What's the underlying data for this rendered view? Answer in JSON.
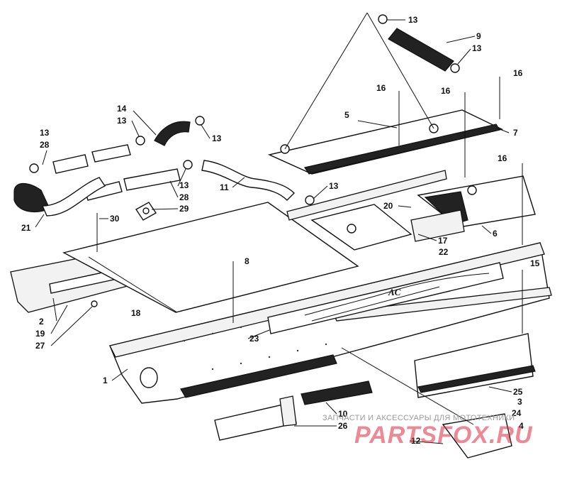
{
  "callouts": [
    {
      "id": "c13a",
      "text": "13"
    },
    {
      "id": "c9",
      "text": "9"
    },
    {
      "id": "c13b",
      "text": "13"
    },
    {
      "id": "c16a",
      "text": "16"
    },
    {
      "id": "c16b",
      "text": "16"
    },
    {
      "id": "c16c",
      "text": "16"
    },
    {
      "id": "c5",
      "text": "5"
    },
    {
      "id": "c7",
      "text": "7"
    },
    {
      "id": "c14",
      "text": "14"
    },
    {
      "id": "c13c",
      "text": "13"
    },
    {
      "id": "c13d",
      "text": "13"
    },
    {
      "id": "c13e",
      "text": "13"
    },
    {
      "id": "c28a",
      "text": "28"
    },
    {
      "id": "c13f",
      "text": "13"
    },
    {
      "id": "c28b",
      "text": "28"
    },
    {
      "id": "c29",
      "text": "29"
    },
    {
      "id": "c11",
      "text": "11"
    },
    {
      "id": "c13g",
      "text": "13"
    },
    {
      "id": "c16d",
      "text": "16"
    },
    {
      "id": "c21",
      "text": "21"
    },
    {
      "id": "c30",
      "text": "30"
    },
    {
      "id": "c20",
      "text": "20"
    },
    {
      "id": "c17",
      "text": "17"
    },
    {
      "id": "c6",
      "text": "6"
    },
    {
      "id": "c22",
      "text": "22"
    },
    {
      "id": "c8",
      "text": "8"
    },
    {
      "id": "c15",
      "text": "15"
    },
    {
      "id": "c18",
      "text": "18"
    },
    {
      "id": "c2",
      "text": "2"
    },
    {
      "id": "c19",
      "text": "19"
    },
    {
      "id": "c27",
      "text": "27"
    },
    {
      "id": "c23",
      "text": "23"
    },
    {
      "id": "c1",
      "text": "1"
    },
    {
      "id": "c25",
      "text": "25"
    },
    {
      "id": "c3",
      "text": "3"
    },
    {
      "id": "c10",
      "text": "10"
    },
    {
      "id": "c24",
      "text": "24"
    },
    {
      "id": "c26",
      "text": "26"
    },
    {
      "id": "c4",
      "text": "4"
    },
    {
      "id": "c12",
      "text": "12"
    }
  ],
  "emblem_text": "AC",
  "watermark": {
    "caption": "ЗАПЧАСТИ И АКСЕССУАРЫ ДЛЯ МОТОТЕХНИКИ",
    "logo": "PARTSFOX.RU",
    "logo_color": "#dc283c"
  }
}
